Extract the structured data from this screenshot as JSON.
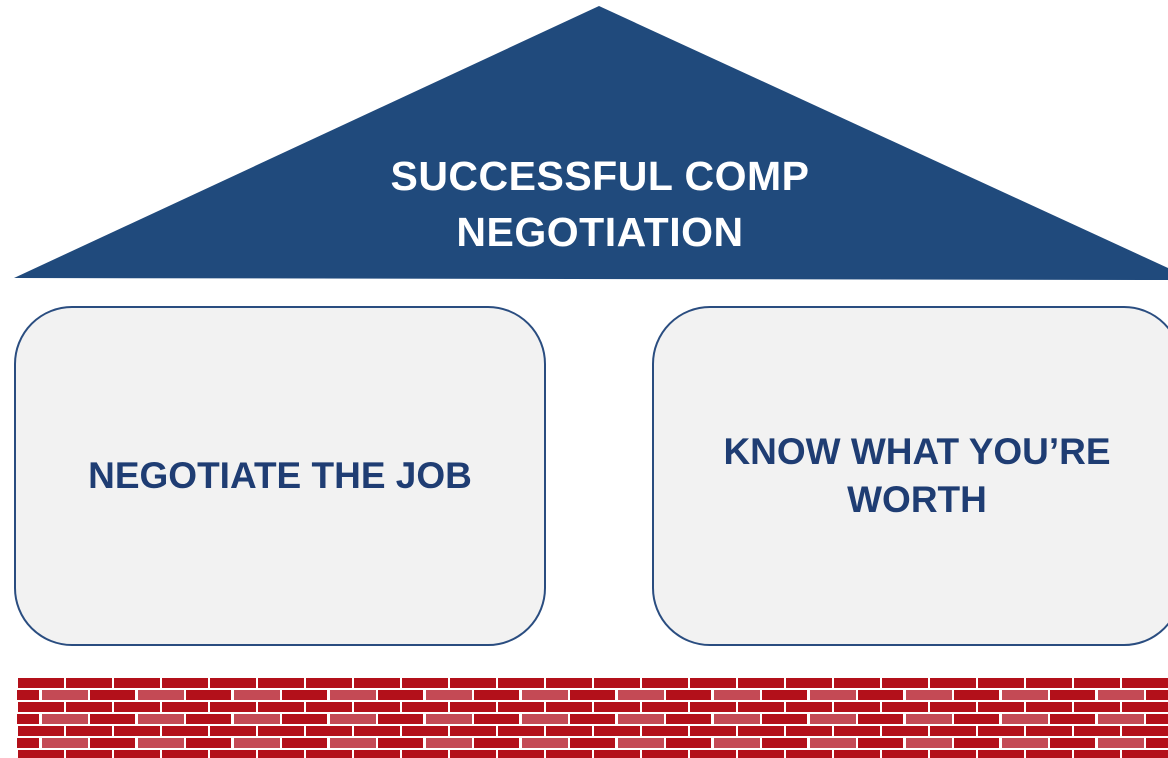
{
  "roof": {
    "line1": "SUCCESSFUL COMP",
    "line2": "NEGOTIATION",
    "color": "#204a7c"
  },
  "pillars": [
    {
      "label": "NEGOTIATE THE JOB"
    },
    {
      "label": "KNOW WHAT YOU’RE WORTH"
    }
  ],
  "foundation": {
    "mortar_color": "#ffffff",
    "brick_color": "#b3101a",
    "brick_alt_color": "#c44a55"
  }
}
